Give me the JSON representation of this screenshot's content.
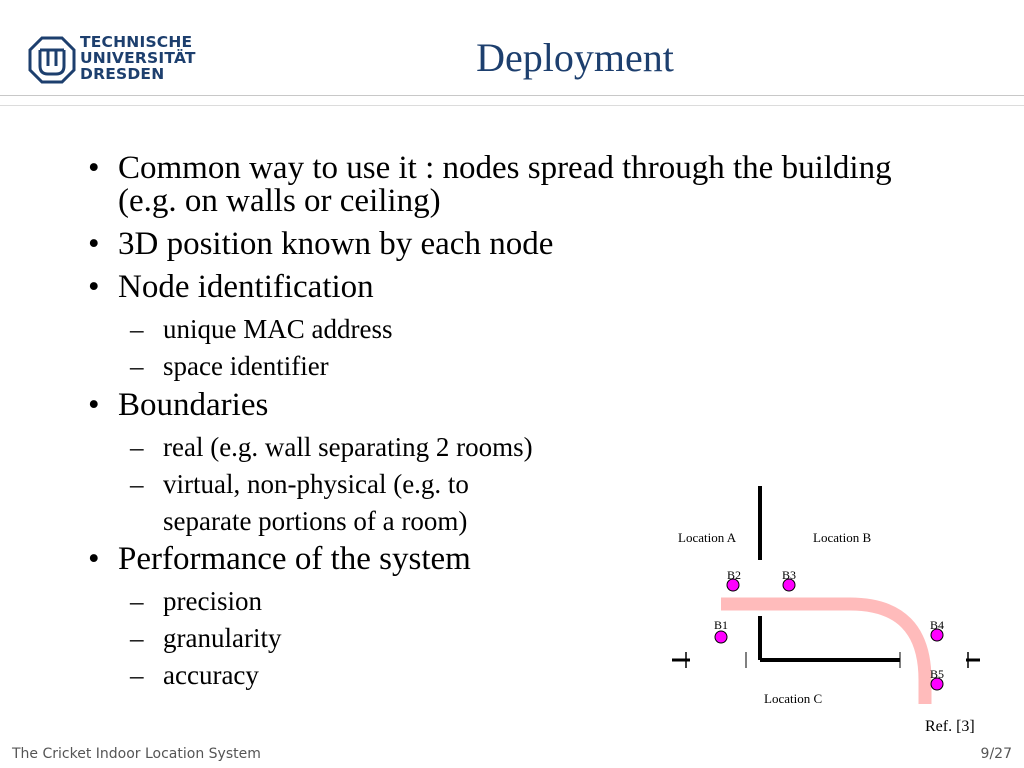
{
  "header": {
    "logo_lines": [
      "TECHNISCHE",
      "UNIVERSITÄT",
      "DRESDEN"
    ],
    "title": "Deployment"
  },
  "content": {
    "b1": "Common way to use it : nodes spread through the building (e.g. on walls or ceiling)",
    "b2": "3D position known by each node",
    "b3": "Node identification",
    "b3_sub": [
      "unique MAC address",
      "space identifier"
    ],
    "b4": "Boundaries",
    "b4_sub": [
      "real (e.g. wall separating 2 rooms)",
      "virtual, non-physical (e.g. to separate portions of a room)"
    ],
    "b5": "Performance of the system",
    "b5_sub": [
      "precision",
      "granularity",
      "accuracy"
    ]
  },
  "diagram": {
    "location_a": "Location A",
    "location_b": "Location B",
    "location_c": "Location C",
    "beacons": [
      "B1",
      "B2",
      "B3",
      "B4",
      "B5"
    ],
    "ref": "Ref. [3]",
    "colors": {
      "beacon": "#ff00ff",
      "path": "#ffbbbb"
    }
  },
  "footer": {
    "title": "The Cricket Indoor Location System",
    "page": "9/27"
  }
}
